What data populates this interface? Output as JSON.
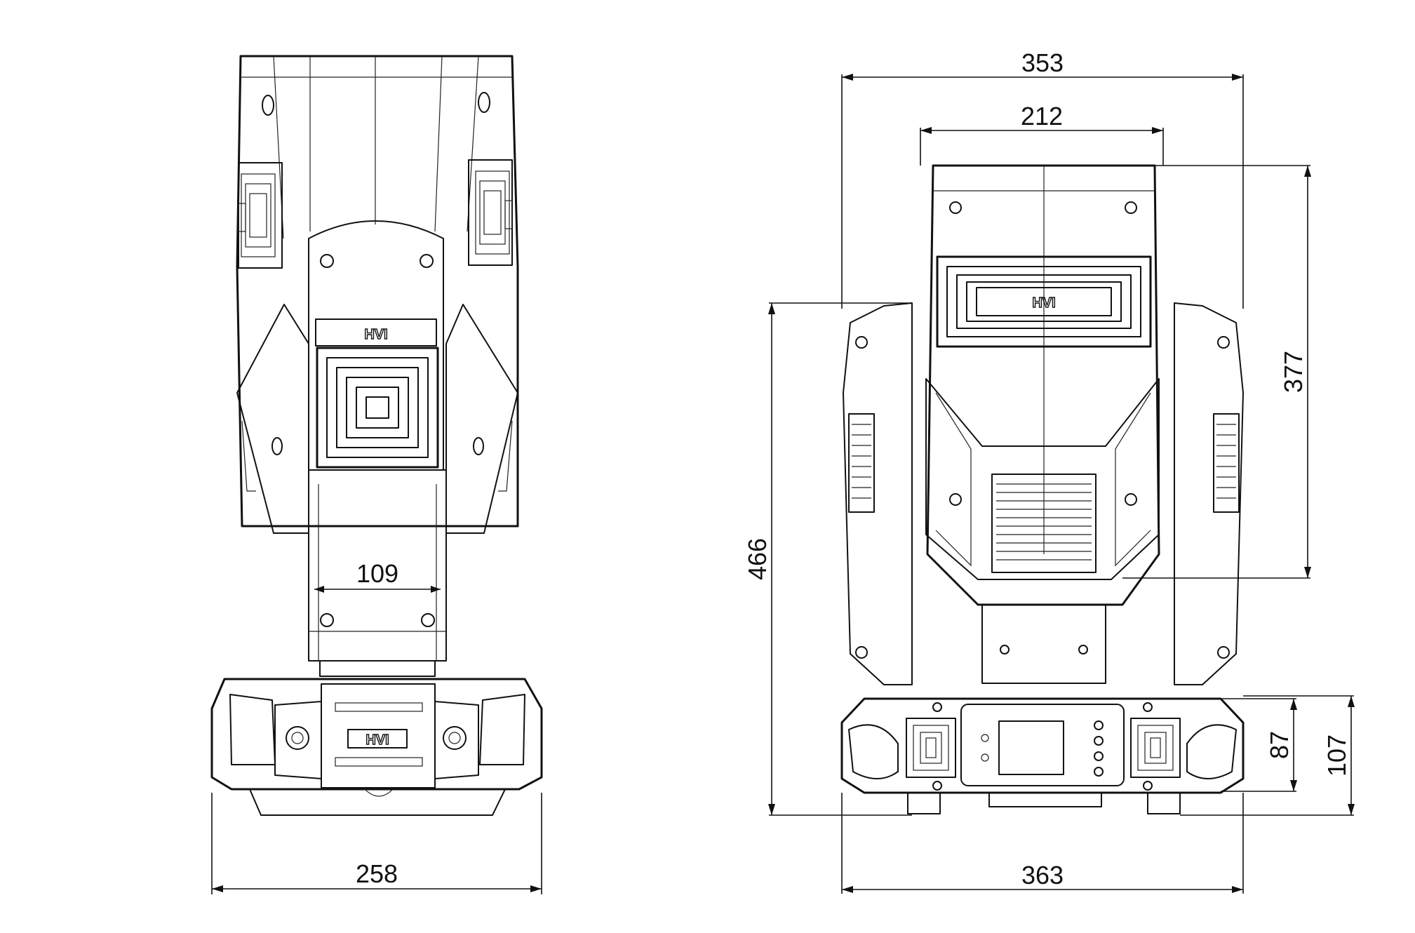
{
  "dimensions": {
    "side_base_width": "258",
    "side_neck_width": "109",
    "front_top_width": "353",
    "front_head_width": "212",
    "front_head_height": "377",
    "front_total_height": "466",
    "front_base_width": "363",
    "front_base_height_inner": "87",
    "front_base_height_outer": "107"
  },
  "logos": {
    "side_head_logo": "HVI",
    "side_base_logo": "HVI",
    "front_head_logo": "HVI"
  },
  "colors": {
    "line": "#111111",
    "background": "#ffffff"
  }
}
